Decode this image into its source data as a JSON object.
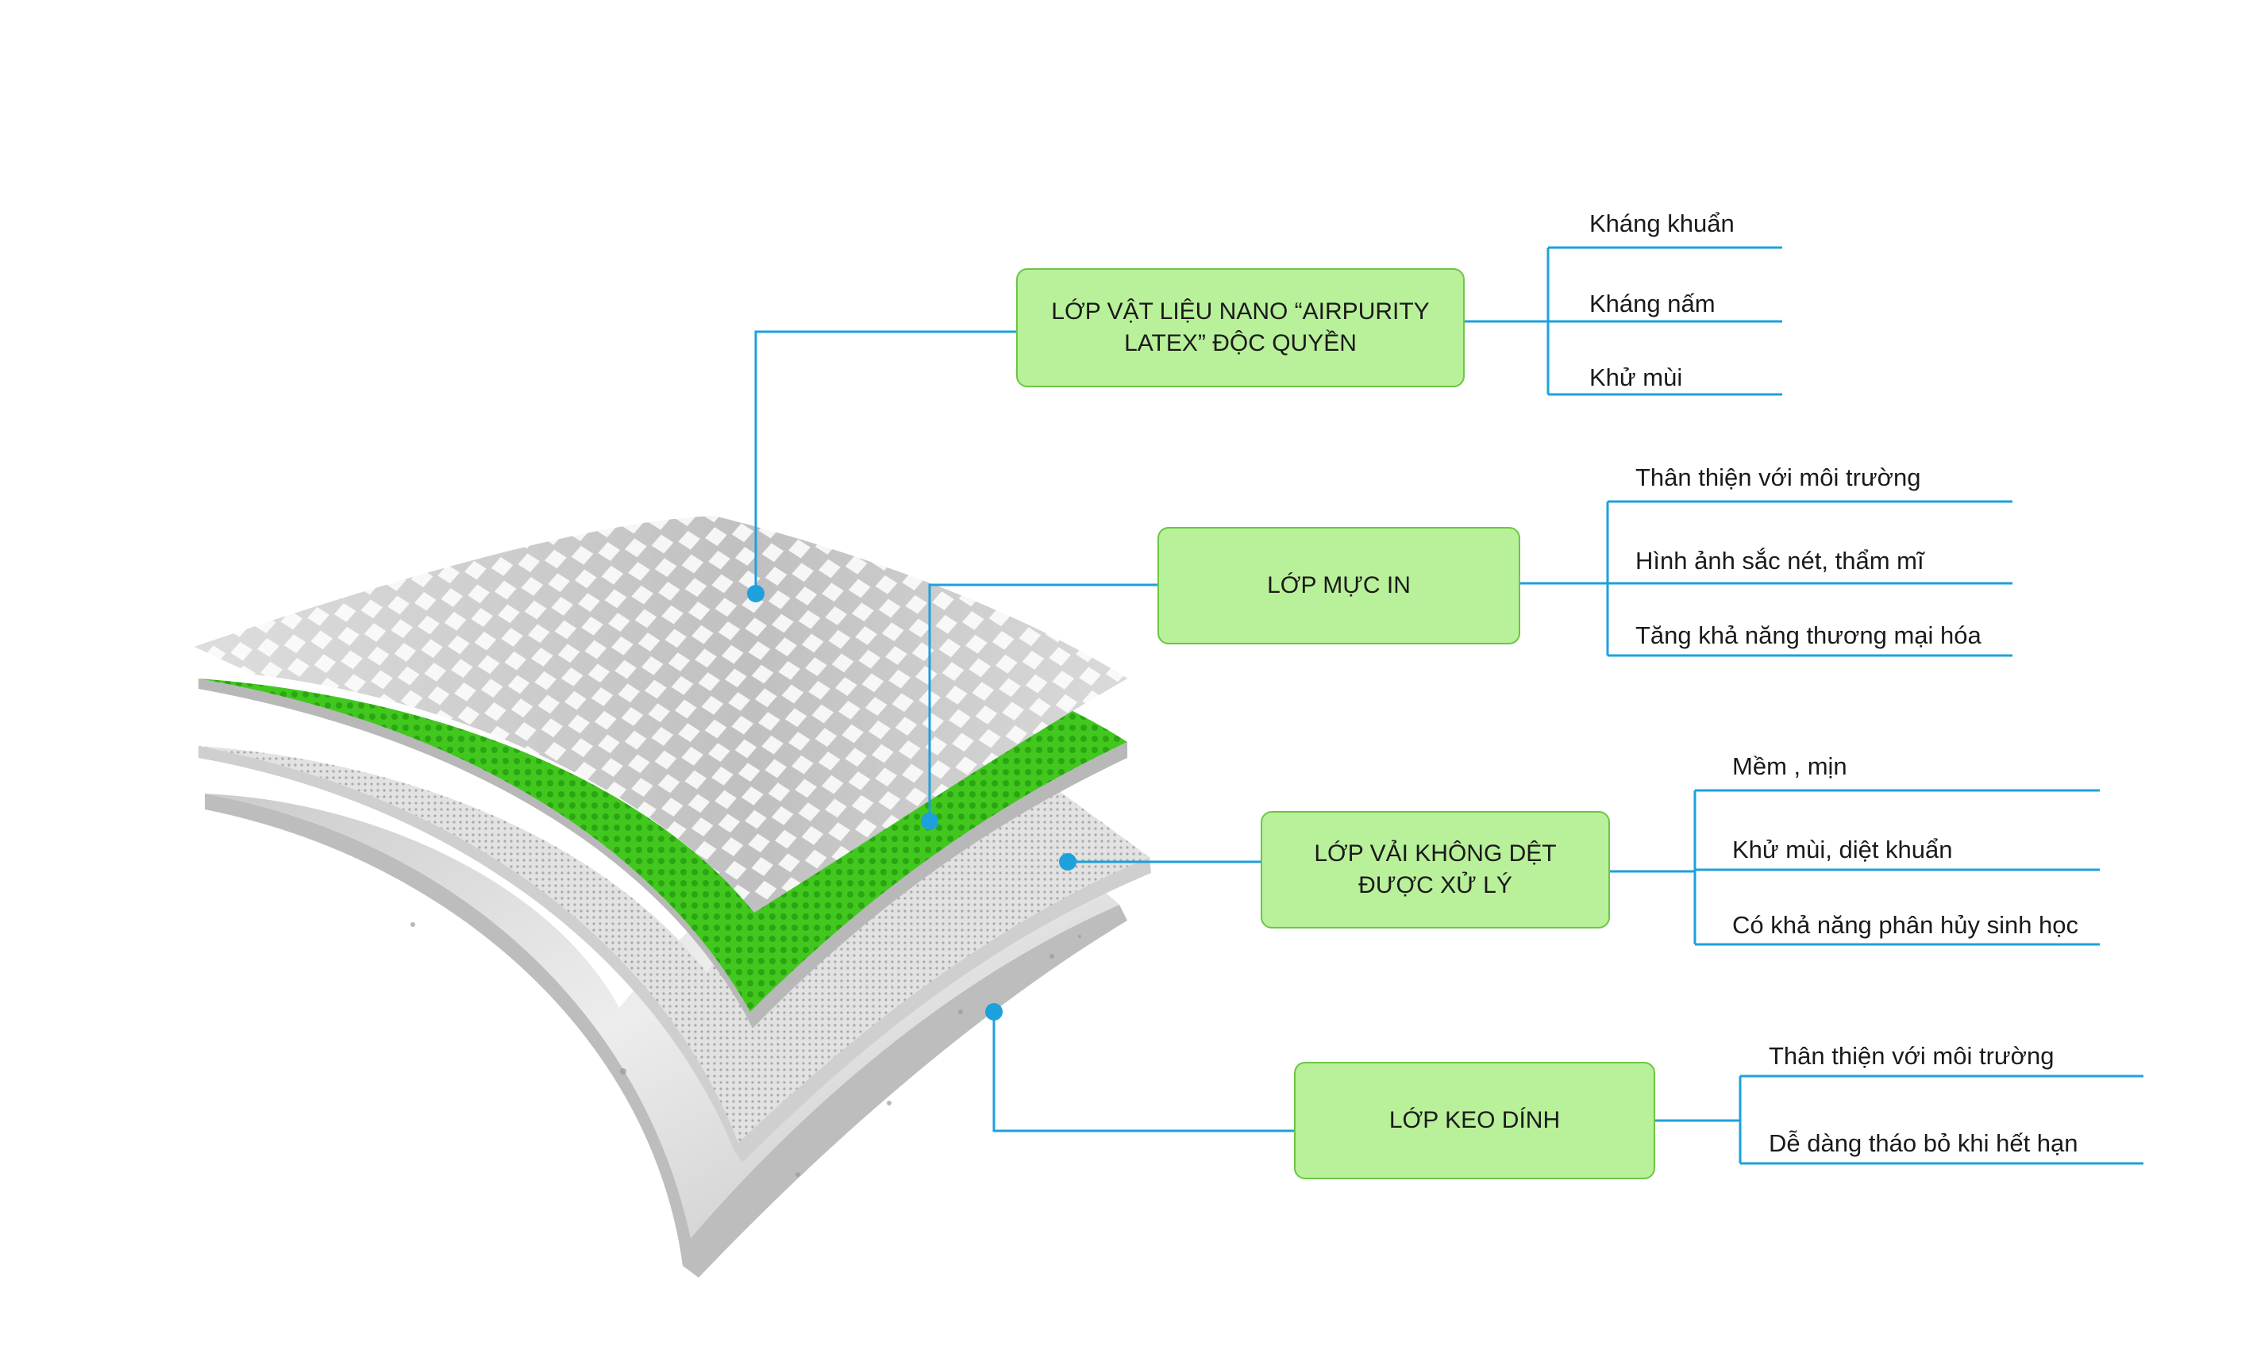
{
  "diagram": {
    "layers": [
      {
        "name": "LỚP VẬT LIỆU NANO “AIRPURITY LATEX” ĐỘC QUYỀN",
        "features": [
          "Kháng khuẩn",
          "Kháng nấm",
          "Khử mùi"
        ]
      },
      {
        "name": "LỚP MỰC IN",
        "features": [
          "Thân thiện với môi trường",
          "Hình ảnh sắc nét, thẩm mĩ",
          "Tăng khả năng thương mại hóa"
        ]
      },
      {
        "name": "LỚP VẢI KHÔNG DỆT ĐƯỢC XỬ LÝ",
        "features": [
          "Mềm , mịn",
          "Khử mùi, diệt khuẩn",
          "Có khả năng phân hủy sinh học"
        ]
      },
      {
        "name": "LỚP KEO DÍNH",
        "features": [
          "Thân thiện với môi trường",
          "Dễ dàng tháo bỏ khi hết hạn"
        ]
      }
    ]
  },
  "colors": {
    "box_fill": "#b9f09a",
    "box_border": "#6cc644",
    "connector": "#1ea0dc",
    "ink_green": "#3cc21e"
  }
}
